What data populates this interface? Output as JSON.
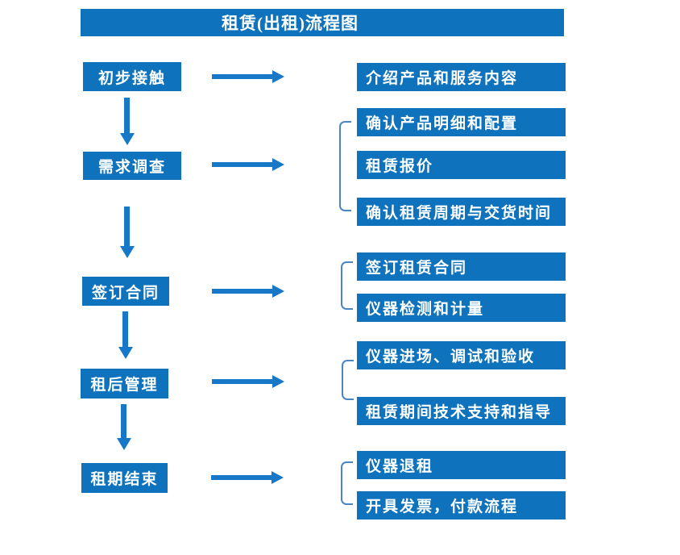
{
  "title": "租赁(出租)流程图",
  "colors": {
    "box-fill": "#0e72bd",
    "arrow": "#1878c8",
    "bracket": "#4a86c4",
    "box-text": "#ffffff",
    "background": "#ffffff"
  },
  "steps": [
    {
      "label": "初步接触",
      "outputs": [
        "介绍产品和服务内容"
      ]
    },
    {
      "label": "需求调查",
      "outputs": [
        "确认产品明细和配置",
        "租赁报价",
        "确认租赁周期与交货时间"
      ]
    },
    {
      "label": "签订合同",
      "outputs": [
        "签订租赁合同",
        "仪器检测和计量"
      ]
    },
    {
      "label": "租后管理",
      "outputs": [
        "仪器进场、调试和验收",
        "租赁期间技术支持和指导"
      ]
    },
    {
      "label": "租期结束",
      "outputs": [
        "仪器退租",
        "开具发票，付款流程"
      ]
    }
  ]
}
